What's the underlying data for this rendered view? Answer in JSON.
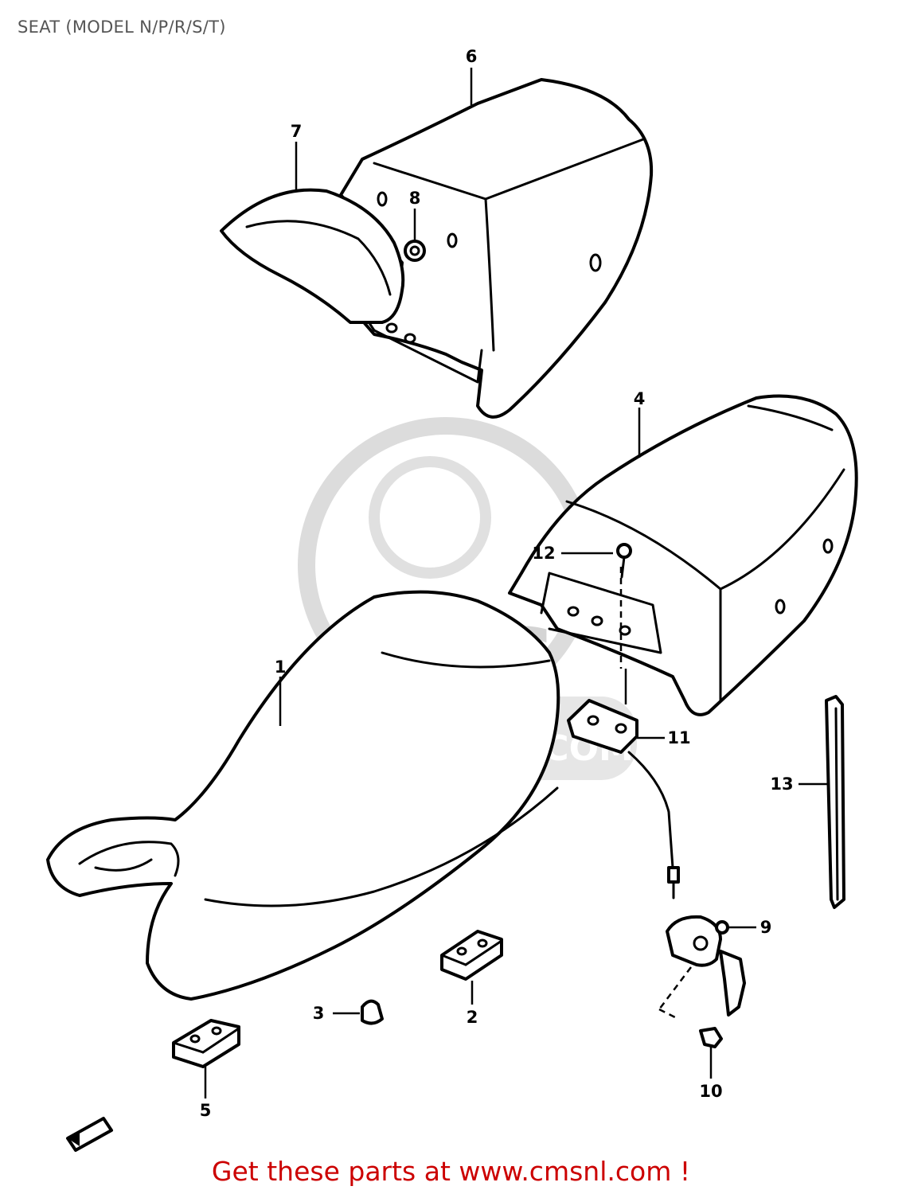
{
  "title": "SEAT (MODEL N/P/R/S/T)",
  "footer": "Get these parts at www.cmsnl.com !",
  "watermark": {
    "logo_text": "CMS",
    "url_text": "WWW.CMSNL.COM"
  },
  "callouts": {
    "c1": "1",
    "c2": "2",
    "c3": "3",
    "c4": "4",
    "c5": "5",
    "c6": "6",
    "c7": "7",
    "c8": "8",
    "c9": "9",
    "c10": "10",
    "c11": "11",
    "c12": "12",
    "c13": "13"
  },
  "colors": {
    "footer": "#cc0000",
    "watermark": "#d4d4d4",
    "line": "#000000"
  }
}
